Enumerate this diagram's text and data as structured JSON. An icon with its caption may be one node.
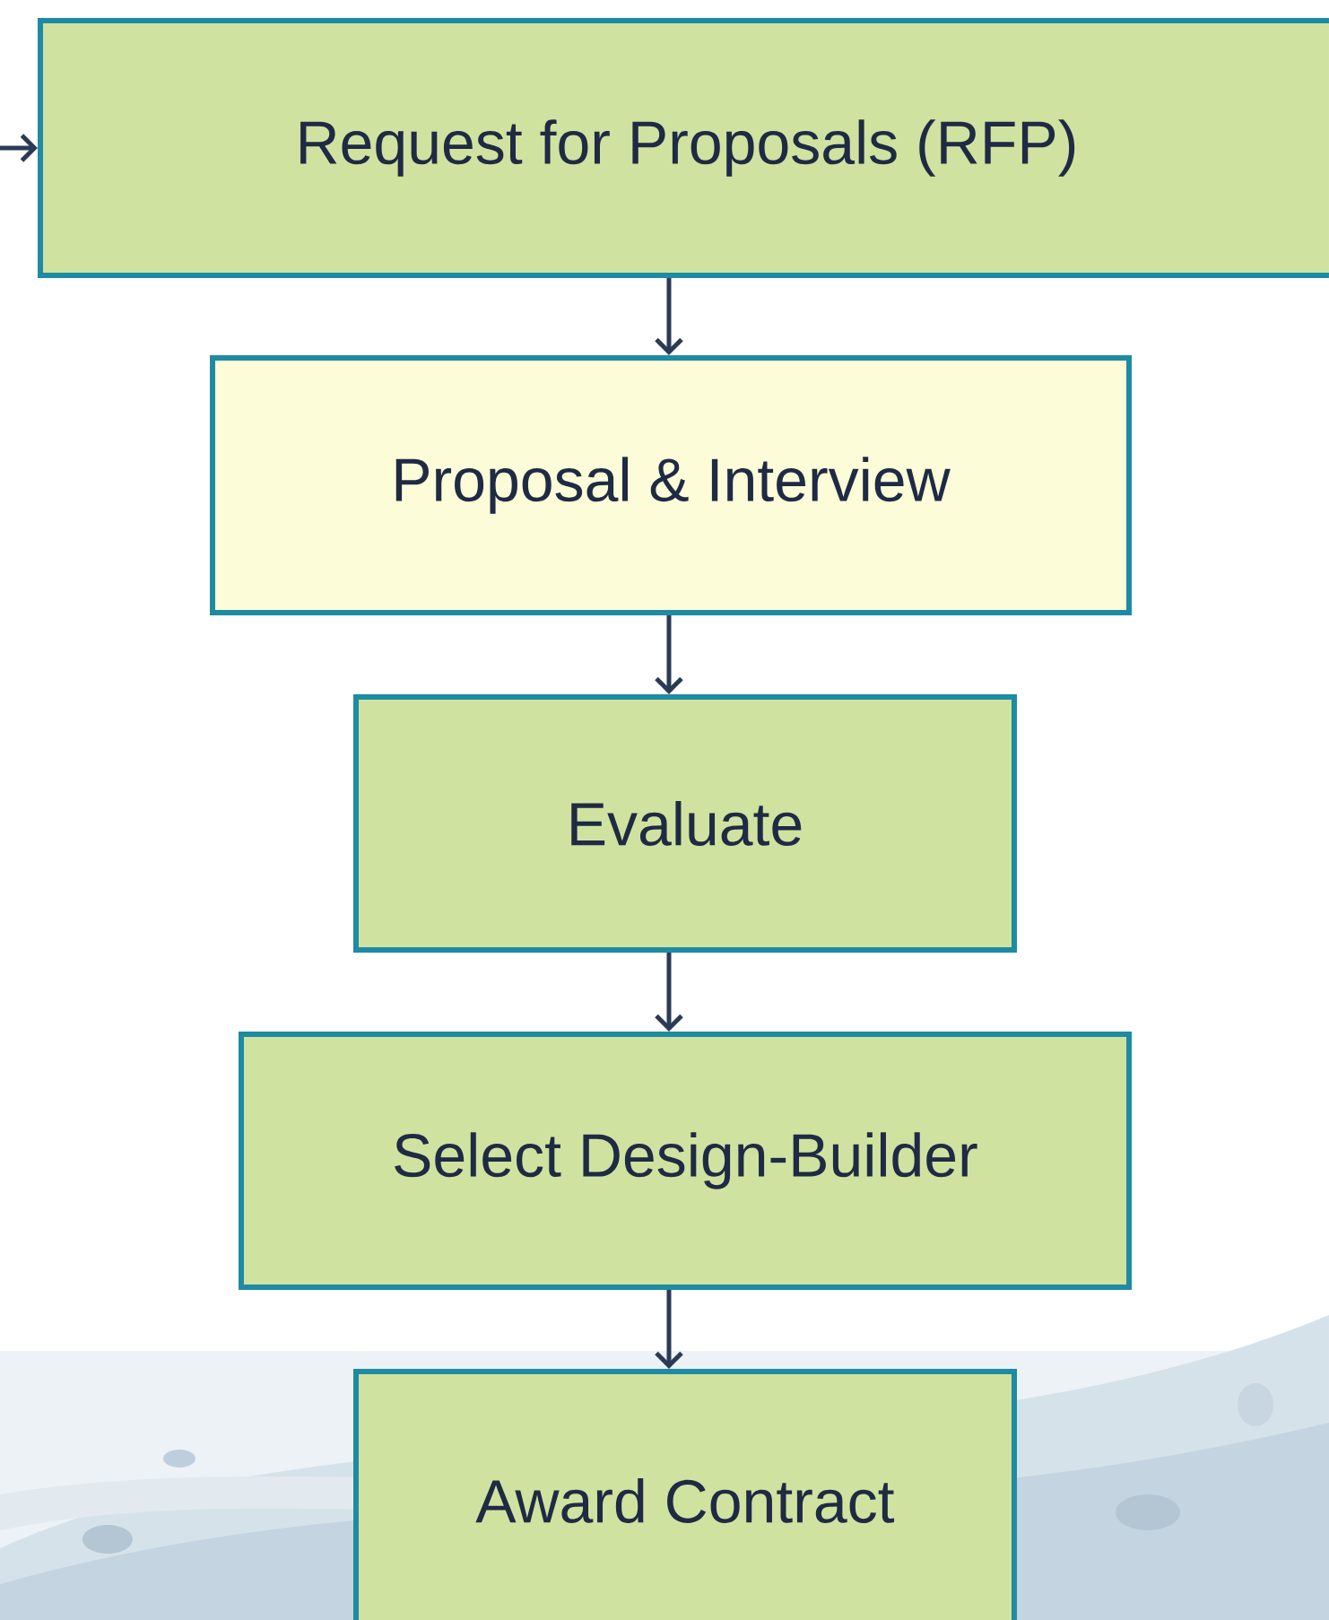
{
  "diagram": {
    "nodes": [
      {
        "text": [
          "Request for Proposals (RFP)"
        ]
      },
      {
        "text": [
          "Proposal & Interview"
        ]
      },
      {
        "text": [
          "Evaluate"
        ]
      },
      {
        "text": [
          "Select Design-Builder"
        ]
      },
      {
        "text": [
          "Award Contract"
        ]
      }
    ],
    "edges": [
      {
        "from": null,
        "to": 0,
        "arrow": "to"
      },
      {
        "from": 0,
        "to": 1,
        "arrow": "to"
      },
      {
        "from": 1,
        "to": 2,
        "arrow": "to"
      },
      {
        "from": 2,
        "to": 3,
        "arrow": "to"
      },
      {
        "from": 3,
        "to": 4,
        "arrow": "to"
      }
    ]
  }
}
